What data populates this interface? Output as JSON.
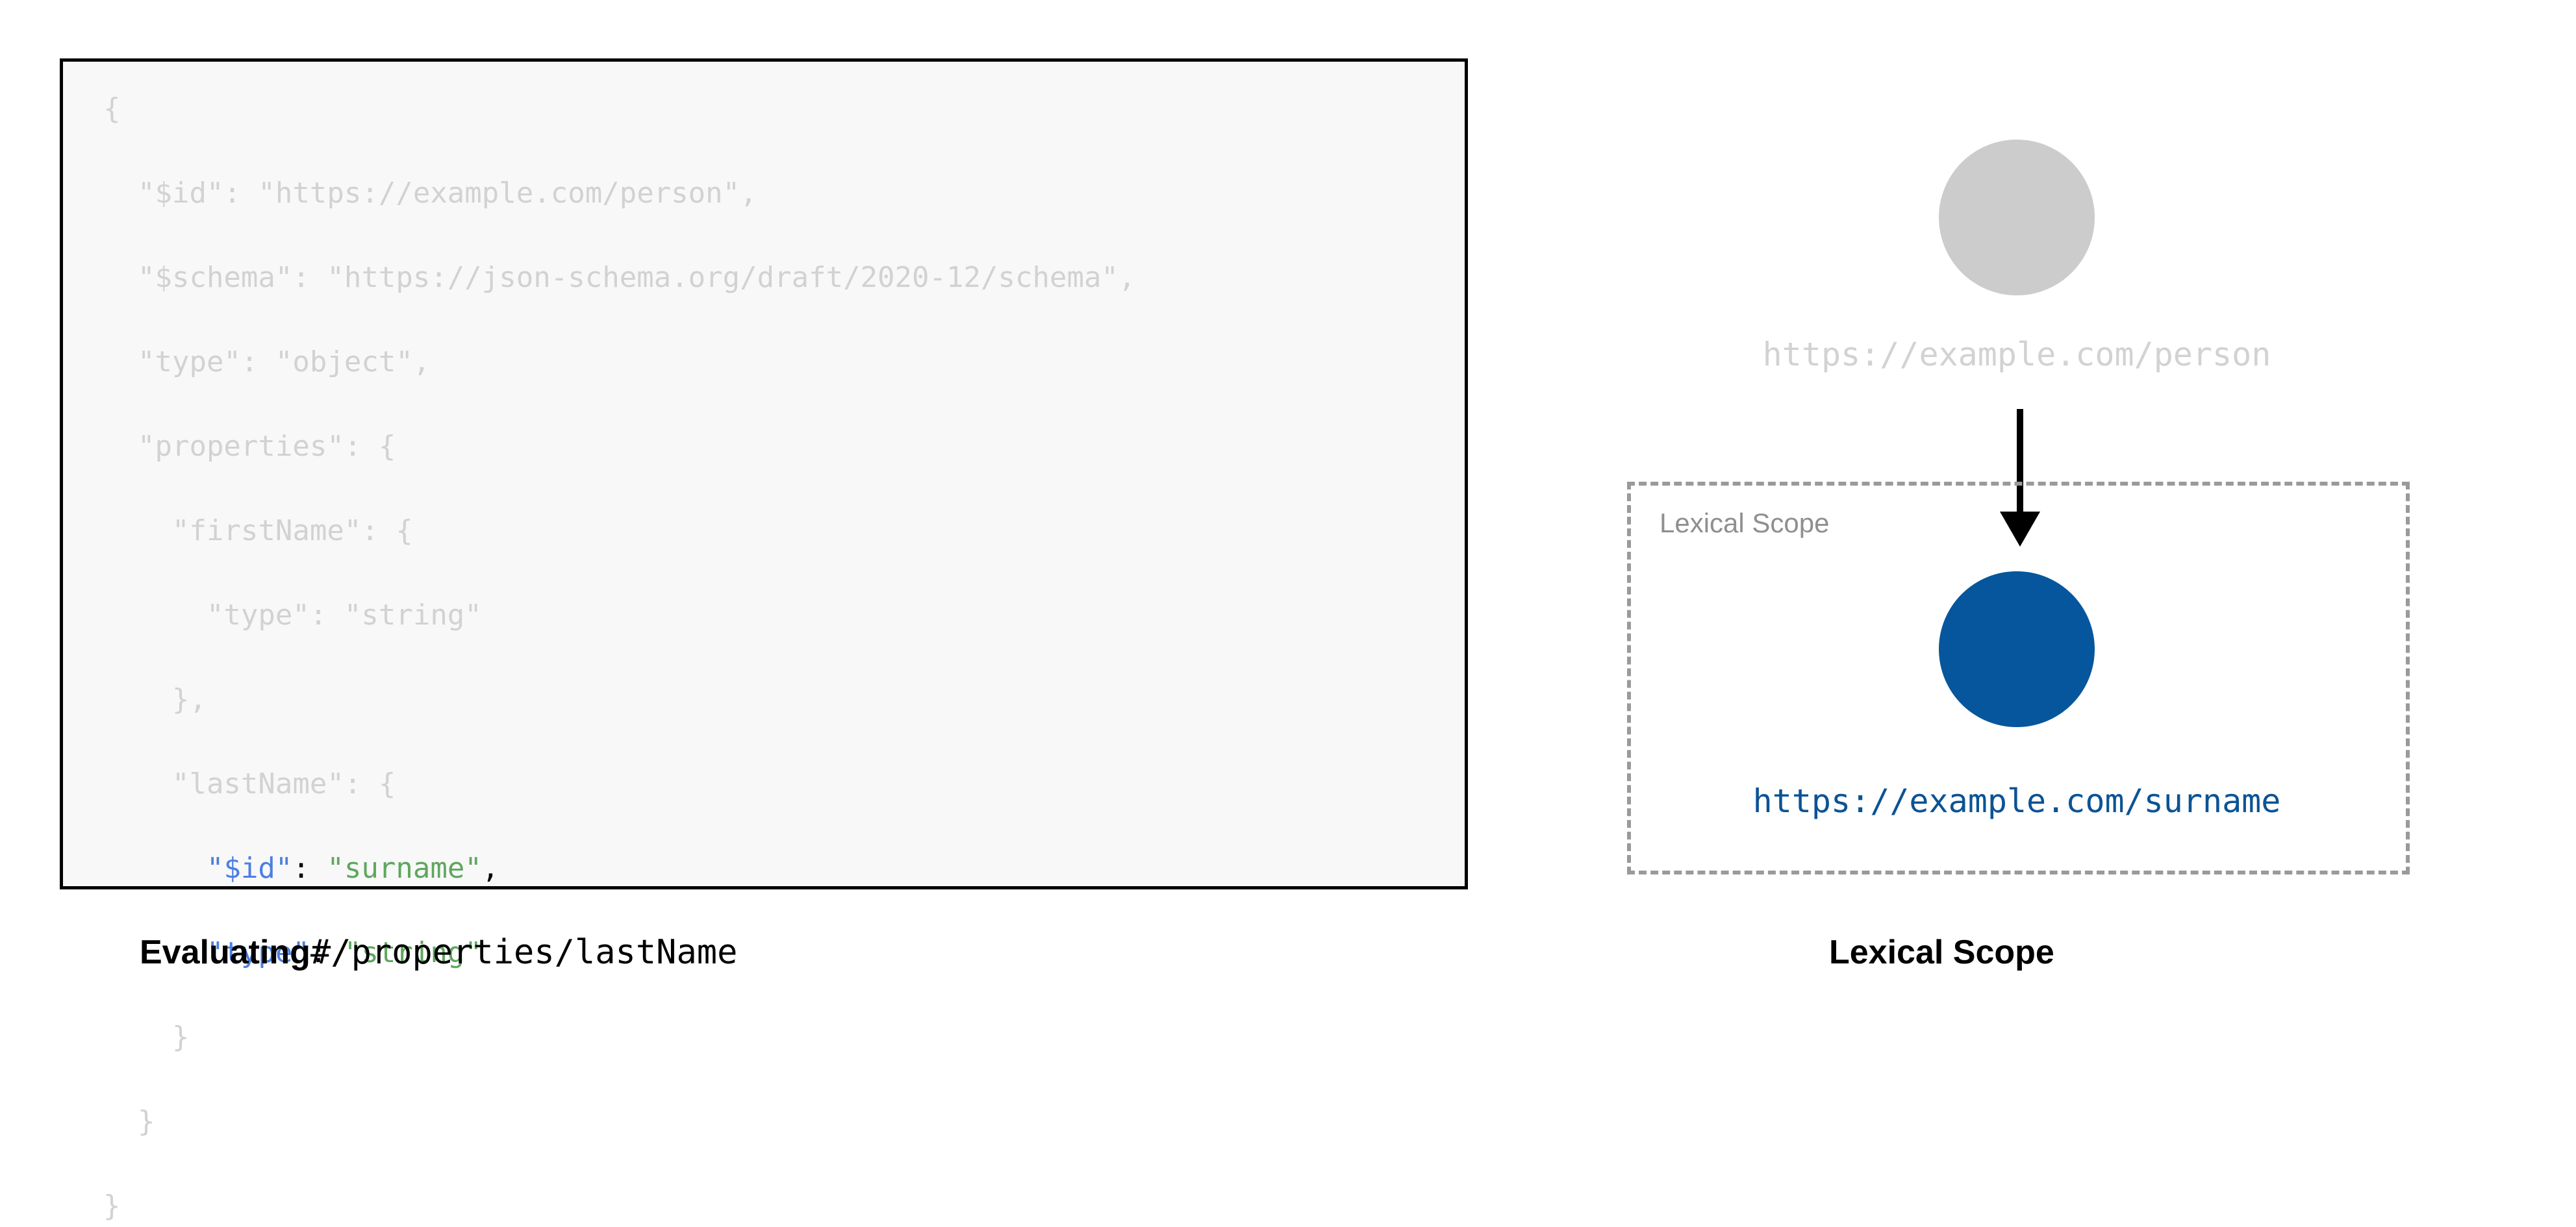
{
  "code_panel": {
    "language": "json",
    "lines": [
      [
        {
          "t": "{",
          "s": "dim"
        }
      ],
      [
        {
          "t": "  \"$id\": \"https://example.com/person\",",
          "s": "dim"
        }
      ],
      [
        {
          "t": "  \"$schema\": \"https://json-schema.org/draft/2020-12/schema\",",
          "s": "dim"
        }
      ],
      [
        {
          "t": "  \"type\": \"object\",",
          "s": "dim"
        }
      ],
      [
        {
          "t": "  \"properties\": {",
          "s": "dim"
        }
      ],
      [
        {
          "t": "    \"firstName\": {",
          "s": "dim"
        }
      ],
      [
        {
          "t": "      \"type\": \"string\"",
          "s": "dim"
        }
      ],
      [
        {
          "t": "    },",
          "s": "dim"
        }
      ],
      [
        {
          "t": "    \"lastName\": {",
          "s": "dim"
        }
      ],
      [
        {
          "t": "      ",
          "s": "dim"
        },
        {
          "t": "\"$id\"",
          "s": "key"
        },
        {
          "t": ": ",
          "s": "punct"
        },
        {
          "t": "\"surname\"",
          "s": "val"
        },
        {
          "t": ",",
          "s": "punct"
        }
      ],
      [
        {
          "t": "      ",
          "s": "dim"
        },
        {
          "t": "\"type\"",
          "s": "key"
        },
        {
          "t": ": ",
          "s": "punct"
        },
        {
          "t": "\"string\"",
          "s": "val"
        }
      ],
      [
        {
          "t": "    }",
          "s": "dim"
        }
      ],
      [
        {
          "t": "  }",
          "s": "dim"
        }
      ],
      [
        {
          "t": "}",
          "s": "dim"
        }
      ]
    ]
  },
  "captions": {
    "left_bold": "Evaluating",
    "left_mono": "#/properties/lastName",
    "right": "Lexical Scope"
  },
  "diagram": {
    "scope_box_label": "Lexical Scope",
    "nodes": [
      {
        "id": "person",
        "label": "https://example.com/person",
        "fill": "#cccccc",
        "label_color": "#d2d2d2",
        "in_scope": false
      },
      {
        "id": "surname",
        "label": "https://example.com/surname",
        "fill": "#05569c",
        "label_color": "#0b5394",
        "in_scope": true
      }
    ],
    "edge": {
      "from": "person",
      "to": "surname",
      "color": "#000000",
      "style": "solid-arrow"
    }
  },
  "colors": {
    "panel_background": "#f8f8f8",
    "panel_border": "#000000",
    "code_dim": "#d2d2d2",
    "code_key": "#4d7fe3",
    "code_value": "#5fa75f",
    "code_punct": "#000000",
    "scope_border": "#9a9a9a",
    "scope_label": "#8f8f8f",
    "accent_blue": "#05569c",
    "node_gray": "#cccccc"
  }
}
